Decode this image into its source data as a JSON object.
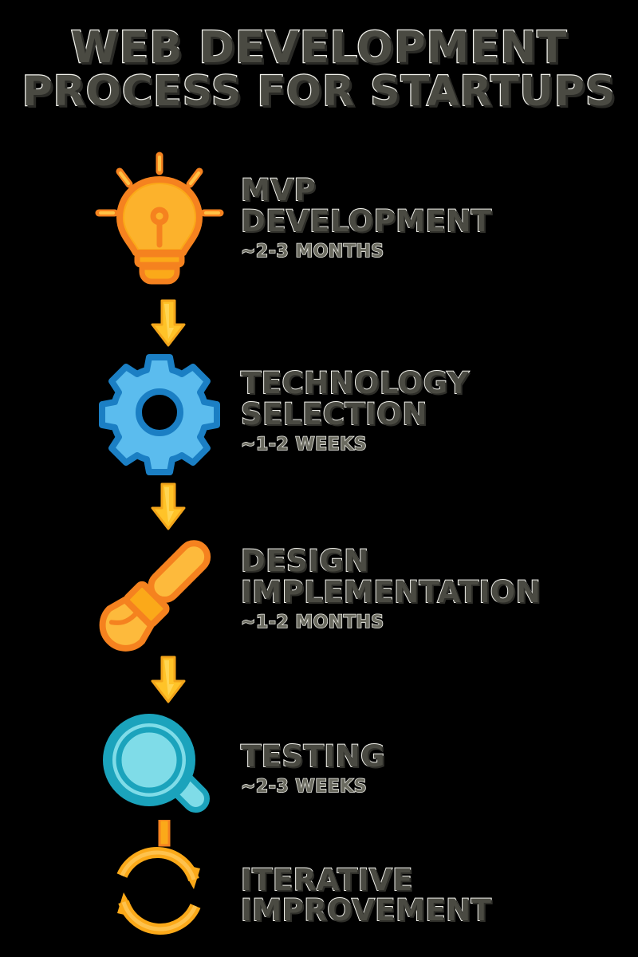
{
  "poster": {
    "title_line_1": "WEB DEVELOPMENT",
    "title_line_2": "PROCESS FOR STARTUPS",
    "background_color": "#000000",
    "title_color": "#4A4A42",
    "title_outline_color": "#F2F2EC"
  },
  "palette": {
    "orange_stroke": "#F5821F",
    "orange_fill": "#FBA919",
    "amber_fill": "#FDBA3C",
    "yellow_arrow": "#FFC328",
    "yellow_arrow_light": "#FFD95E",
    "blue_stroke": "#1B7FC4",
    "blue_fill": "#5BBCEE",
    "teal_stroke": "#1BA3BC",
    "teal_fill": "#7FDCE8",
    "text_dark": "#4A4A42",
    "text_muted": "#6B6B60"
  },
  "steps": [
    {
      "index": 1,
      "icon": "lightbulb-icon",
      "title_line_1": "MVP",
      "title_line_2": "DEVELOPMENT",
      "duration": "~2-3 MONTHS"
    },
    {
      "index": 2,
      "icon": "gear-icon",
      "title_line_1": "TECHNOLOGY",
      "title_line_2": "SELECTION",
      "duration": "~1-2 WEEKS"
    },
    {
      "index": 3,
      "icon": "paintbrush-icon",
      "title_line_1": "DESIGN",
      "title_line_2": "IMPLEMENTATION",
      "duration": "~1-2 MONTHS"
    },
    {
      "index": 4,
      "icon": "magnifying-glass-icon",
      "title_line_1": "TESTING",
      "title_line_2": "",
      "duration": "~2-3 WEEKS"
    },
    {
      "index": 5,
      "icon": "refresh-cycle-icon",
      "title_line_1": "ITERATIVE",
      "title_line_2": "IMPROVEMENT",
      "duration": ""
    }
  ],
  "connectors": [
    {
      "name": "arrow-step1-to-step2",
      "icon": "arrow-down-icon"
    },
    {
      "name": "arrow-step2-to-step3",
      "icon": "arrow-down-icon"
    },
    {
      "name": "arrow-step3-to-step4",
      "icon": "arrow-down-icon"
    },
    {
      "name": "arrow-step4-to-step5",
      "icon": "arrow-down-icon"
    }
  ]
}
